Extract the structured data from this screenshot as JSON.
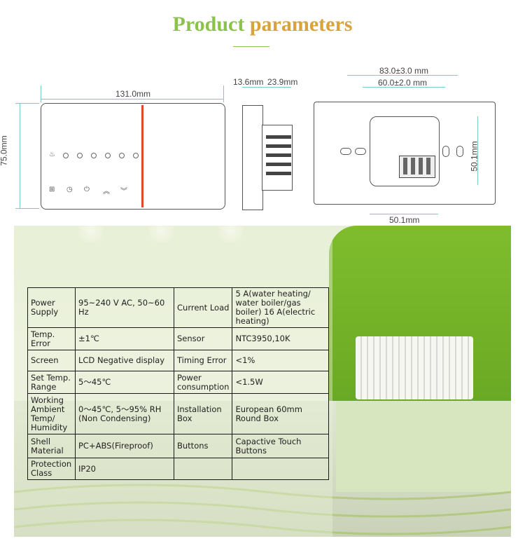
{
  "header": {
    "title_part1": "Product",
    "title_part2": "parameters"
  },
  "dimensions": {
    "width": "131.0mm",
    "height": "75.0mm",
    "depth_front": "13.6mm",
    "depth_back": "23.9mm",
    "outer_span": "83.0±3.0 mm",
    "inner_span": "60.0±2.0 mm",
    "box_height": "50.1mm",
    "box_width": "50.1mm"
  },
  "colors": {
    "title_green": "#8bc34a",
    "title_gold": "#d7a33a",
    "accent_red": "#e0492a",
    "wall_green": "#7fbd2e"
  },
  "spec_table": {
    "rows": [
      {
        "k1": "Power Supply",
        "v1": "95~240 V AC,  50~60 Hz",
        "k2": "Current Load",
        "v2": "5 A(water heating/ water boiler/gas boiler) 16 A(electric heating)"
      },
      {
        "k1": "Temp. Error",
        "v1": "±1℃",
        "k2": "Sensor",
        "v2": "NTC3950,10K"
      },
      {
        "k1": "Screen",
        "v1": "LCD Negative display",
        "k2": "Timing Error",
        "v2": "<1%"
      },
      {
        "k1": "Set Temp. Range",
        "v1": "5～45℃",
        "k2": "Power consumption",
        "v2": "<1.5W"
      },
      {
        "k1": "Working Ambient Temp/ Humidity",
        "v1": "0～45℃, 5～95% RH (Non Condensing)",
        "k2": "Installation Box",
        "v2": "European 60mm Round Box"
      },
      {
        "k1": "Shell Material",
        "v1": "PC+ABS(Fireproof)",
        "k2": "Buttons",
        "v2": "Capactive Touch Buttons"
      },
      {
        "k1": "Protection Class",
        "v1": "IP20",
        "k2": "",
        "v2": ""
      }
    ]
  }
}
